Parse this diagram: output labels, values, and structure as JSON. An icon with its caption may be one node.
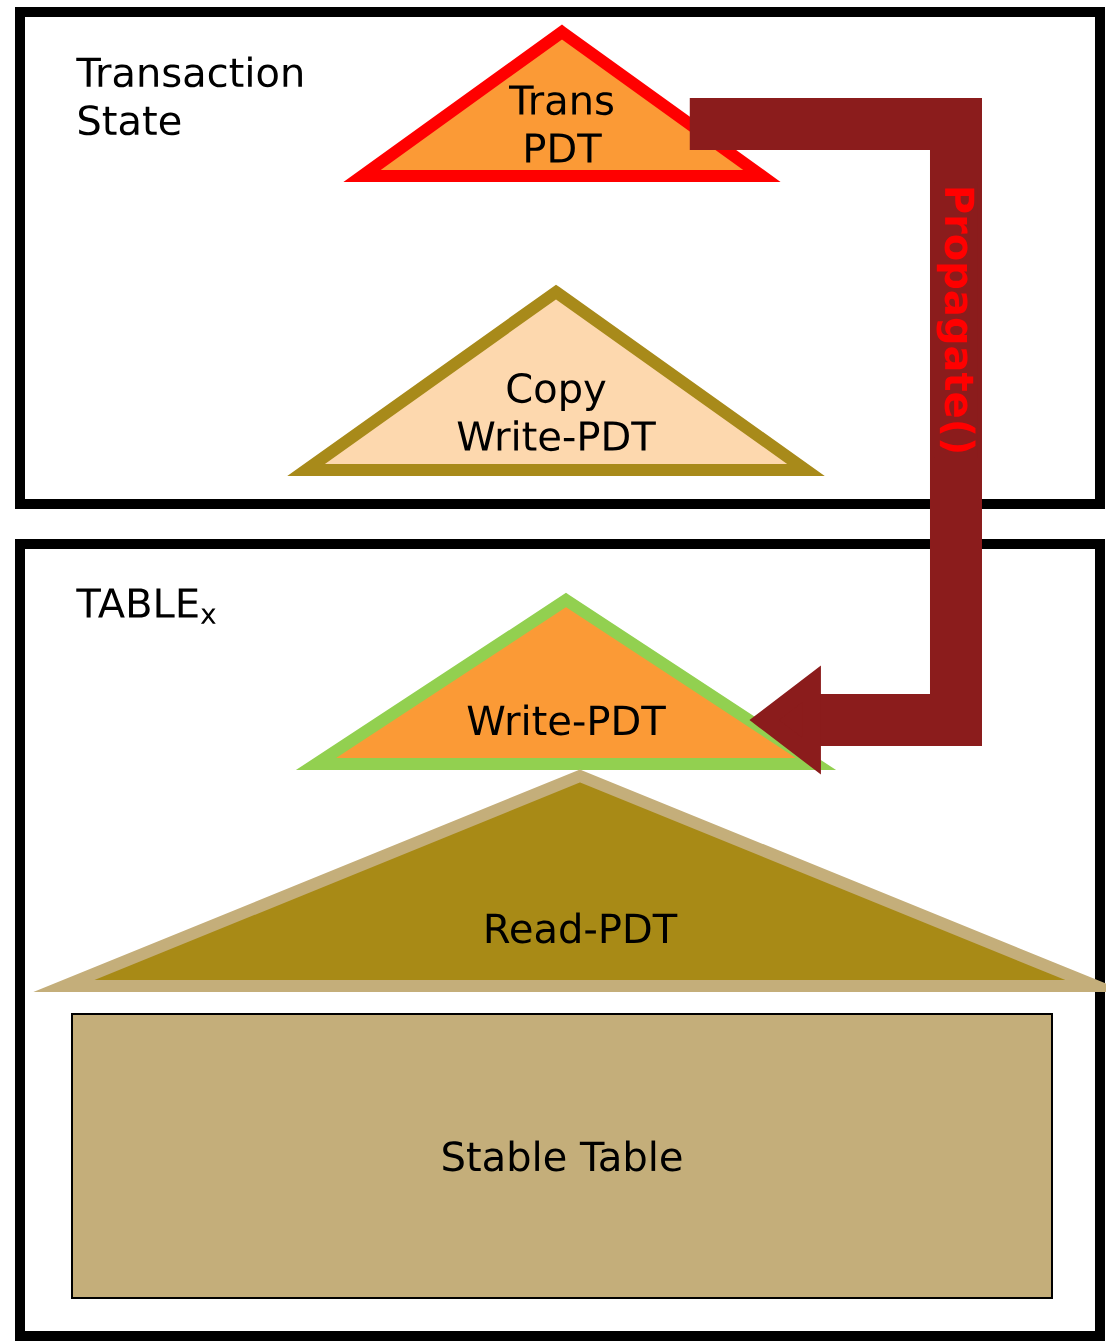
{
  "diagram": {
    "nodes": [
      {
        "text": [
          "Transaction State"
        ]
      },
      {
        "text": [
          "Trans PDT"
        ],
        "in": 0
      },
      {
        "text": [
          "Copy Write-PDT"
        ],
        "in": 0
      },
      {
        "text": [
          "TABLE$_{x}$"
        ]
      },
      {
        "text": [
          "Write-PDT"
        ],
        "in": 3
      },
      {
        "text": [
          "Read-PDT"
        ],
        "in": 3
      },
      {
        "text": [
          "Stable Table"
        ],
        "in": 3
      }
    ],
    "edges": [
      {
        "from": 1,
        "to": 4,
        "arrow": "to",
        "label": "Propagate()"
      }
    ]
  }
}
